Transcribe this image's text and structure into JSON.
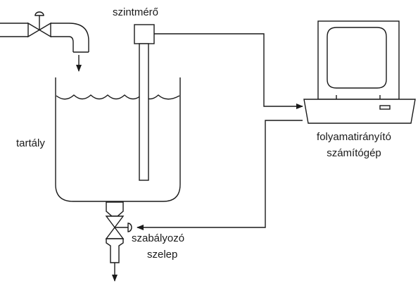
{
  "labels": {
    "level_meter": "szintmérő",
    "tank": "tartály",
    "computer_line1": "folyamatirányító",
    "computer_line2": "számítógép",
    "valve_line1": "szabályozó",
    "valve_line2": "szelep"
  },
  "colors": {
    "stroke": "#1a1a1a",
    "background": "#ffffff"
  }
}
